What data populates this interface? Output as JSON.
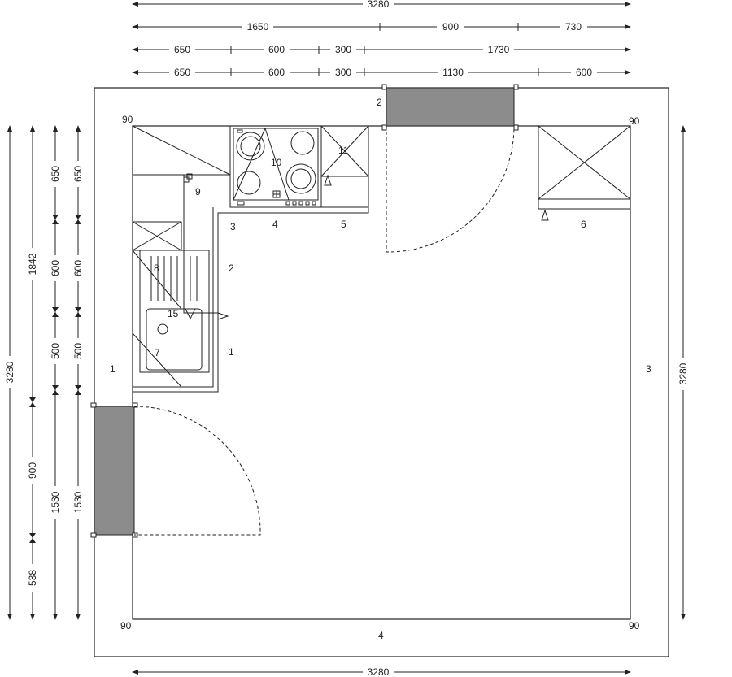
{
  "top_dimensions": {
    "row1": [
      "3280"
    ],
    "row2": [
      "1650",
      "900",
      "730"
    ],
    "row3": [
      "650",
      "600",
      "300",
      "1730"
    ],
    "row4": [
      "650",
      "600",
      "300",
      "1130",
      "600"
    ]
  },
  "left_dimensions": {
    "col1": [
      "3280"
    ],
    "col2": [
      "1842",
      "900",
      "538"
    ],
    "col3": [
      "650",
      "600",
      "500",
      "1530"
    ],
    "col4": [
      "650",
      "600",
      "500",
      "1530"
    ]
  },
  "right_dimension": "3280",
  "bottom_dimension": "3280",
  "corner_labels": {
    "top_left": "90",
    "top_right": "90",
    "bottom_left": "90",
    "bottom_right": "90"
  },
  "wall_numbers": {
    "left": "1",
    "top": "2",
    "right": "3",
    "bottom": "4"
  },
  "cabinet_numbers": [
    "1",
    "2",
    "3",
    "4",
    "5",
    "6"
  ],
  "appliance_numbers": [
    "7",
    "8",
    "9",
    "10",
    "11",
    "15"
  ]
}
